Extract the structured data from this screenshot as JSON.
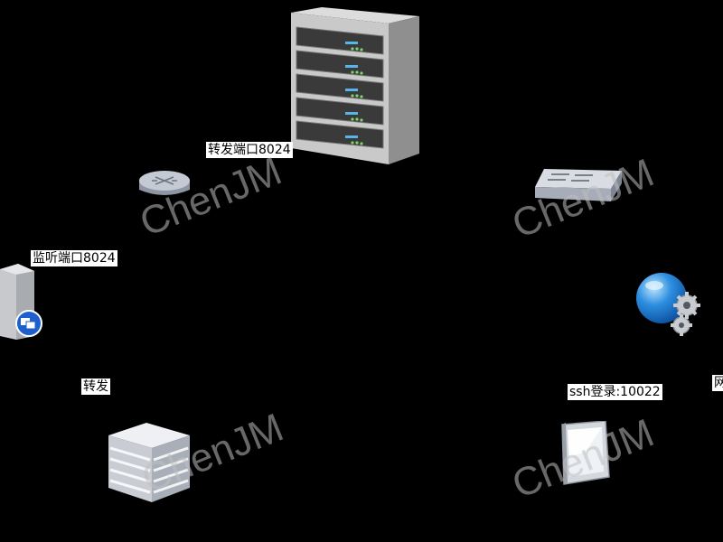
{
  "labels": {
    "forward_port": "转发端口8024",
    "listen_port": "监听端口8024",
    "forward": "转发",
    "ssh_login": "ssh登录:10022",
    "cut_label": "网"
  },
  "watermark": "ChenJM",
  "icons": {
    "server": "server-rack-icon",
    "router": "router-icon",
    "switch": "switch-icon",
    "client": "client-pc-icon",
    "internet": "internet-gear-icon",
    "storage": "storage-server-icon",
    "monitor": "monitor-icon"
  }
}
